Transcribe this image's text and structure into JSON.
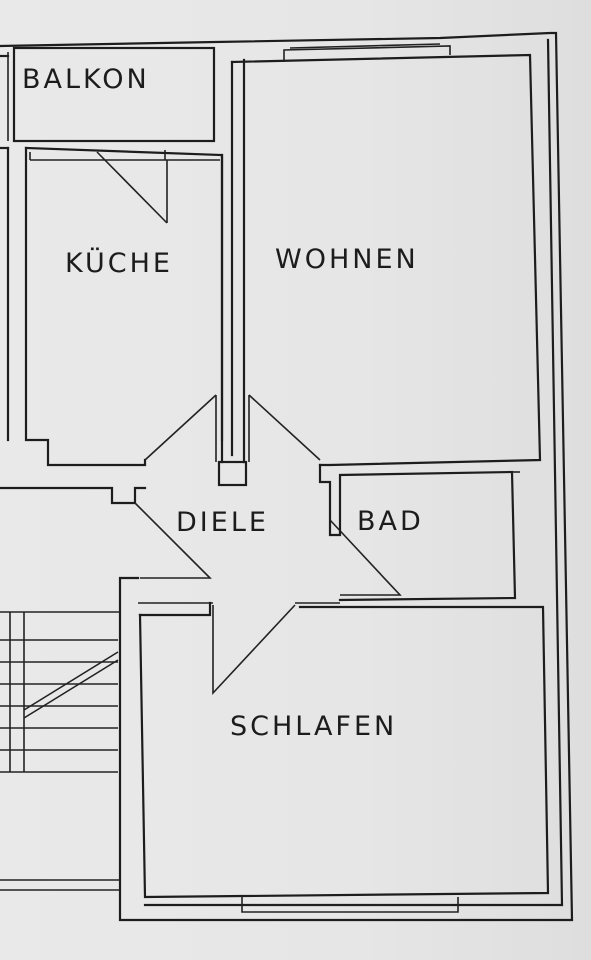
{
  "plan": {
    "rooms": {
      "balkon": "BALKON",
      "kueche": "KÜCHE",
      "wohnen": "WOHNEN",
      "diele": "DIELE",
      "bad": "BAD",
      "schlafen": "SCHLAFEN"
    },
    "colors": {
      "paper": "#e6e6e6",
      "ink": "#1d1d1d"
    }
  }
}
